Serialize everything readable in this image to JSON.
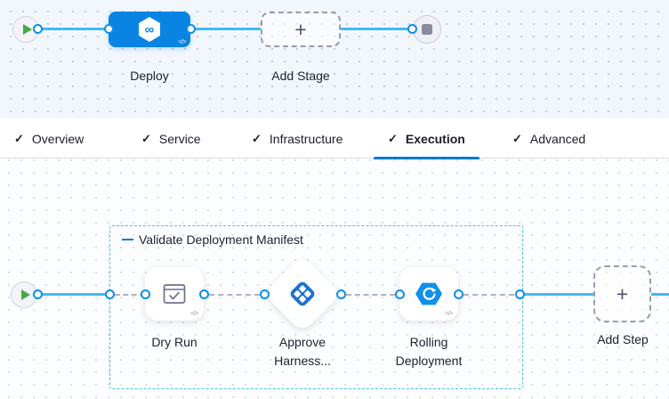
{
  "pipeline": {
    "stage_label": "Deploy",
    "add_stage_label": "Add Stage"
  },
  "tabs": [
    {
      "label": "Overview",
      "active": false
    },
    {
      "label": "Service",
      "active": false
    },
    {
      "label": "Infrastructure",
      "active": false
    },
    {
      "label": "Execution",
      "active": true
    },
    {
      "label": "Advanced",
      "active": false
    }
  ],
  "execution": {
    "group_label": "Validate Deployment Manifest",
    "steps": [
      {
        "line1": "Dry Run",
        "line2": ""
      },
      {
        "line1": "Approve",
        "line2": "Harness..."
      },
      {
        "line1": "Rolling",
        "line2": "Deployment"
      }
    ],
    "add_step_label": "Add Step"
  },
  "icons": {
    "check": "✓",
    "plus": "+",
    "infinity": "∞",
    "code": "</>"
  },
  "colors": {
    "stage_blue": "#0a84e2",
    "connector_blue": "#40bbf1",
    "connector_gray": "#b0b1c4",
    "port_ring": "#0c8fe8",
    "group_border": "#49c5e2",
    "tab_underline": "#0278d5",
    "play_green": "#42ab45",
    "approve_blue": "#1a72d0",
    "rolling_blue": "#1090e8"
  }
}
